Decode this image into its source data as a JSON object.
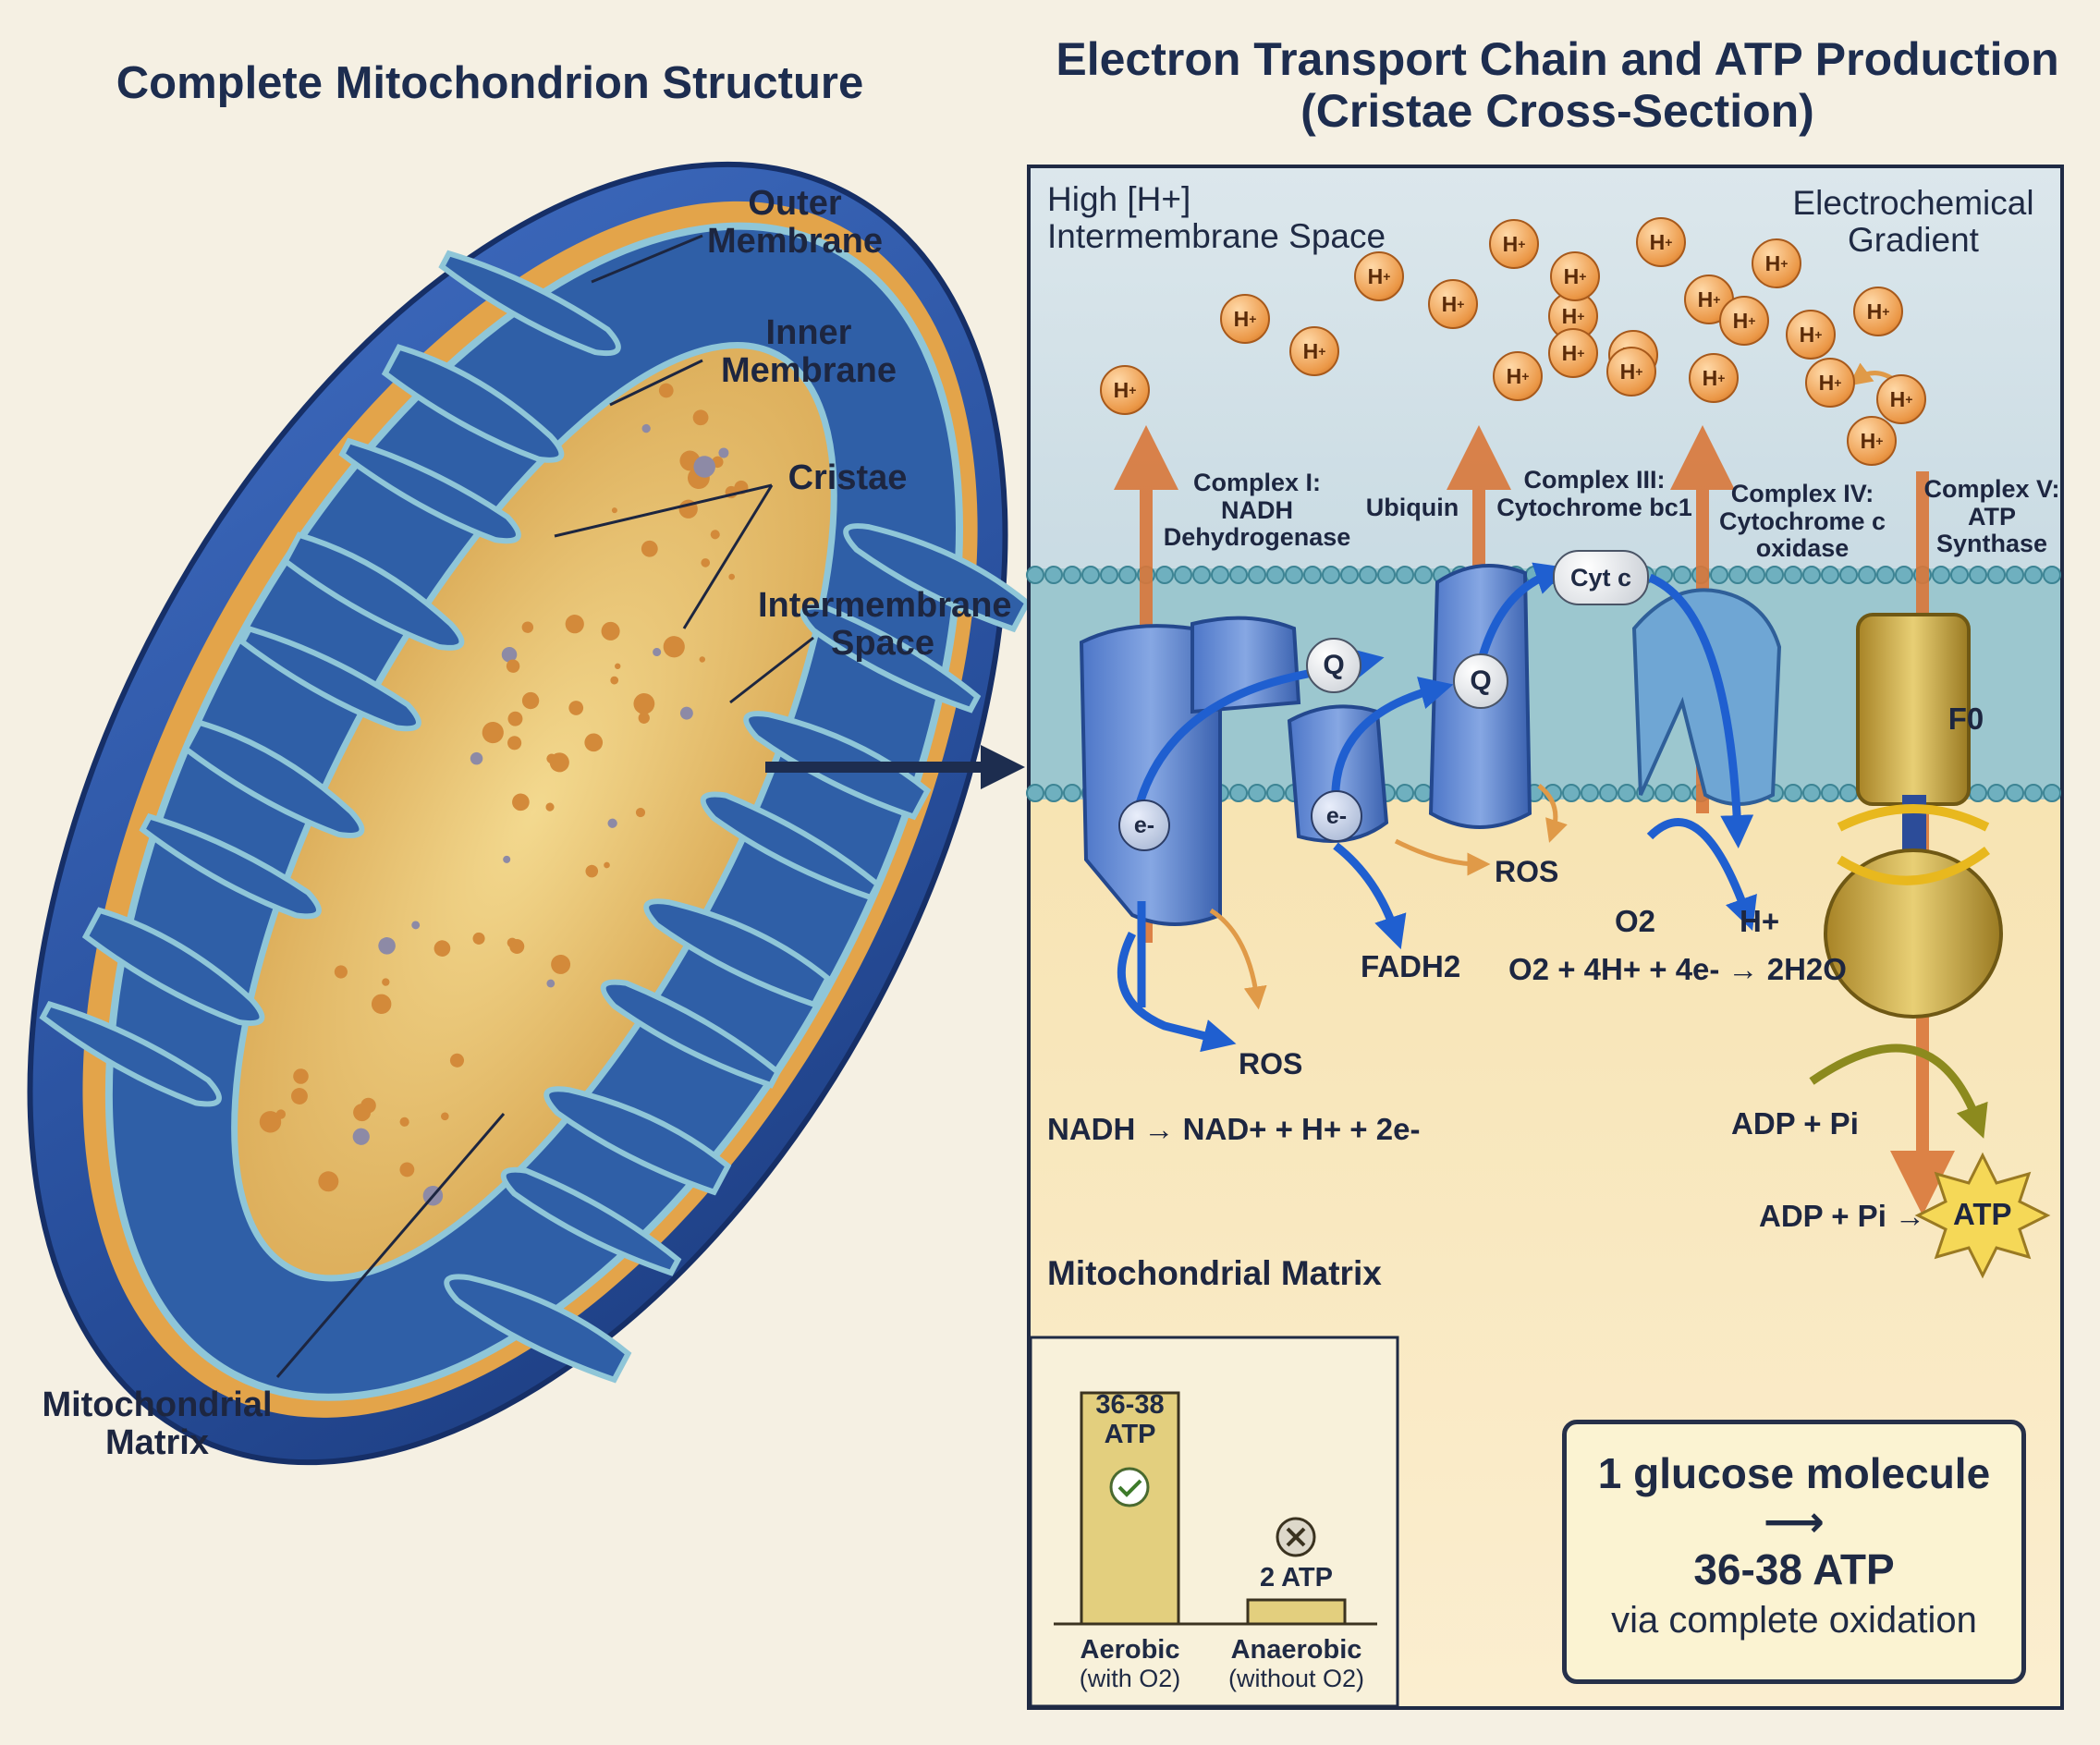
{
  "left_panel": {
    "title": "Complete Mitochondrion Structure",
    "labels": {
      "outer_membrane": [
        "Outer",
        "Membrane"
      ],
      "inner_membrane": [
        "Inner",
        "Membrane"
      ],
      "cristae": "Cristae",
      "intermembrane_space": [
        "Intermembrane",
        "Space"
      ],
      "matrix": [
        "Mitochondrial",
        "Matrix"
      ]
    }
  },
  "right_panel": {
    "title_line1": "Electron Transport Chain and ATP Production",
    "title_line2": "(Cristae Cross-Section)",
    "ims_label": [
      "High [H+]",
      "Intermembrane Space"
    ],
    "gradient_label": [
      "Electrochemical",
      "Gradient"
    ],
    "matrix_label": "Mitochondrial Matrix",
    "complexes": {
      "c1": [
        "Complex I:",
        "NADH",
        "Dehydrogenase"
      ],
      "ubiquinone": "Ubiquin",
      "c3": [
        "Complex III:",
        "Cytochrome bc1"
      ],
      "c4": [
        "Complex IV:",
        "Cytochrome c",
        "oxidase"
      ],
      "c5": [
        "Complex V:",
        "ATP",
        "Synthase"
      ]
    },
    "carriers": {
      "q": "Q",
      "cytc": "Cyt c",
      "electron": "e-",
      "fo": "F0"
    },
    "proton": "H+",
    "ros": "ROS",
    "equations": {
      "nadh": "NADH → NAD+ + H+ + 2e-",
      "fadh2": "FADH2",
      "o2": "O2",
      "h": "H+",
      "water": "O2 + 4H+ + 4e- → 2H2O",
      "adp": "ADP + Pi",
      "adp2": "ADP + Pi →",
      "atp": "ATP"
    }
  },
  "comparison": {
    "aerobic": {
      "value_label": "36-38 ATP",
      "name": "Aerobic",
      "condition": "(with O2)",
      "atp_min": 36,
      "atp_max": 38
    },
    "anaerobic": {
      "value_label": "2 ATP",
      "name": "Anaerobic",
      "condition": "(without O2)",
      "atp": 2
    }
  },
  "summary": {
    "line1": "1 glucose molecule",
    "line2": "36-38 ATP",
    "line3": "via complete oxidation"
  },
  "colors": {
    "membrane_blue": "#2b57a6",
    "matrix_yellow": "#e8c170",
    "proton_orange": "#eb9746",
    "electron_arrow": "#1f5fd0",
    "atp_synthase": "#c9a63c"
  }
}
